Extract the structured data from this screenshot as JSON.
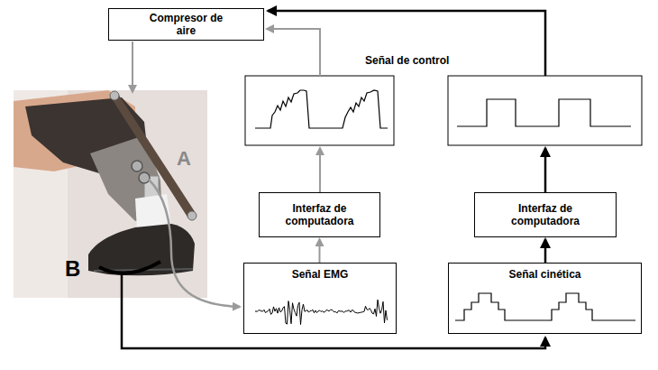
{
  "diagram": {
    "nodes": [
      {
        "text": [
          "Compresor de aire"
        ]
      },
      {
        "text": [
          "Interfaz de computadora"
        ]
      },
      {
        "text": [
          "Interfaz de computadora"
        ]
      },
      {
        "text": [
          "Señal EMG"
        ]
      },
      {
        "text": [
          "Señal cinética"
        ]
      }
    ],
    "edges": [
      {
        "from": 3,
        "to": 1,
        "arrow": "to"
      },
      {
        "from": 4,
        "to": 2,
        "arrow": "to"
      }
    ],
    "labels": [
      "Señal de control",
      "A",
      "B"
    ]
  }
}
